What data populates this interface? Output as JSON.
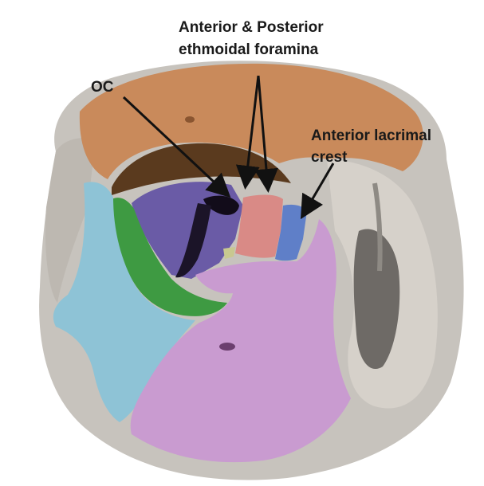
{
  "labels": {
    "foramina_line1": "Anterior & Posterior",
    "foramina_line2": "ethmoidal foramina",
    "oc": "OC",
    "lacrimal_line1": "Anterior lacrimal",
    "lacrimal_line2": "crest"
  },
  "colors": {
    "frontal": "#c98a5b",
    "frontal_dark": "#5a3a1e",
    "sphenoid": "#6a5ba6",
    "ethmoid": "#d98a86",
    "lacrimal": "#5f7fc8",
    "zygomatic": "#8ec3d6",
    "maxilla": "#c99bd0",
    "palatine": "#c8c890",
    "sphenoid_greater_wing": "#3e9a42",
    "skull_gray": "#c7c3bd",
    "dark_gray": "#6e6a66",
    "nasal_cavity": "#d6d1ca",
    "text": "#1a1a1a",
    "arrow": "#111111"
  }
}
